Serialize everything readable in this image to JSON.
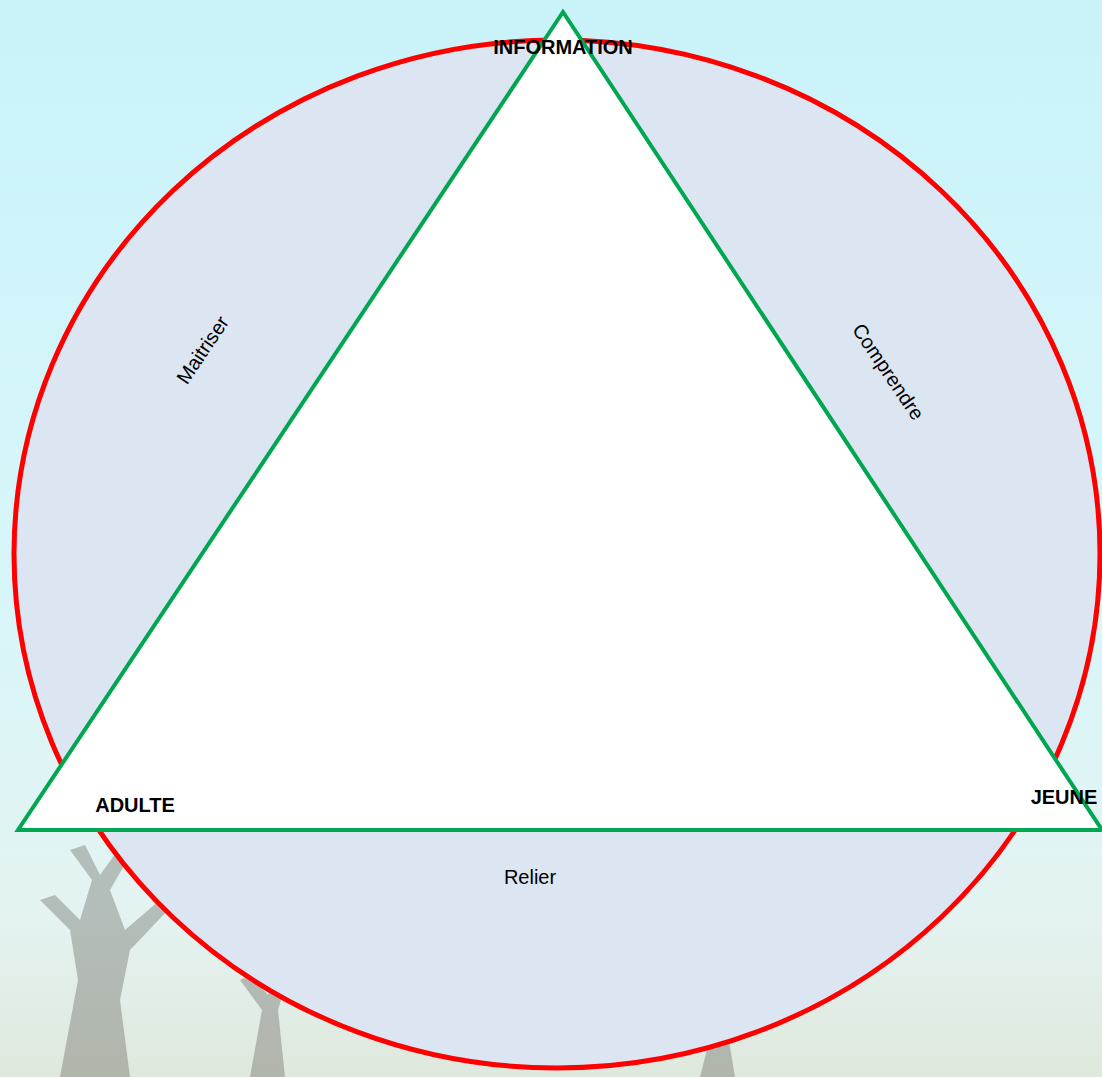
{
  "diagram": {
    "labels": [
      "INFORMATION",
      "Maitriser",
      "Comprendre",
      "ADULTE",
      "JEUNE",
      "Relier"
    ]
  }
}
